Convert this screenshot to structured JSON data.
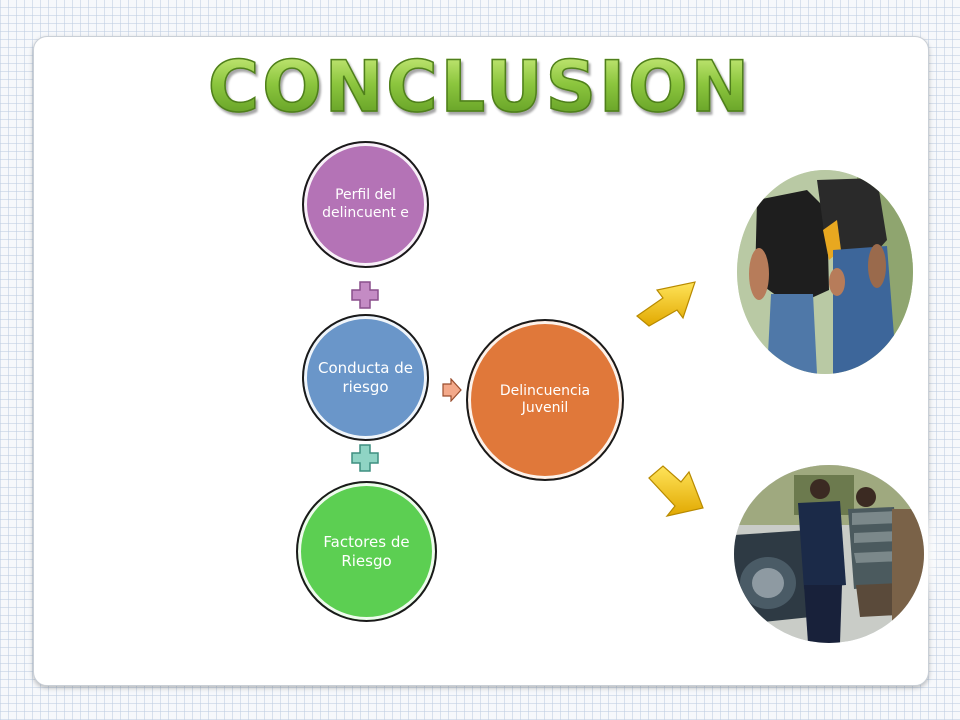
{
  "title": "CONCLUSION",
  "nodes": {
    "perfil": "Perfil del delincuent e",
    "conducta": "Conducta de riesgo",
    "factores": "Factores de Riesgo",
    "delincuencia": "Delincuencia Juvenil"
  },
  "colors": {
    "title_green": "#8cc63e",
    "perfil": "#b473b6",
    "conducta": "#6a96c9",
    "factores": "#5ccf52",
    "delincuencia": "#e0783a",
    "plus_purple": "#c48bc4",
    "plus_teal": "#8fd4c4",
    "arrow_yellow": "#f2c21a"
  },
  "icons": {
    "plus_top": "plus-icon",
    "plus_bottom": "plus-icon",
    "arrow_small": "arrow-right-icon",
    "arrow_upper": "arrow-up-right-icon",
    "arrow_lower": "arrow-down-right-icon"
  },
  "photos": {
    "top": "youths-photo",
    "bottom": "police-arrest-photo"
  }
}
